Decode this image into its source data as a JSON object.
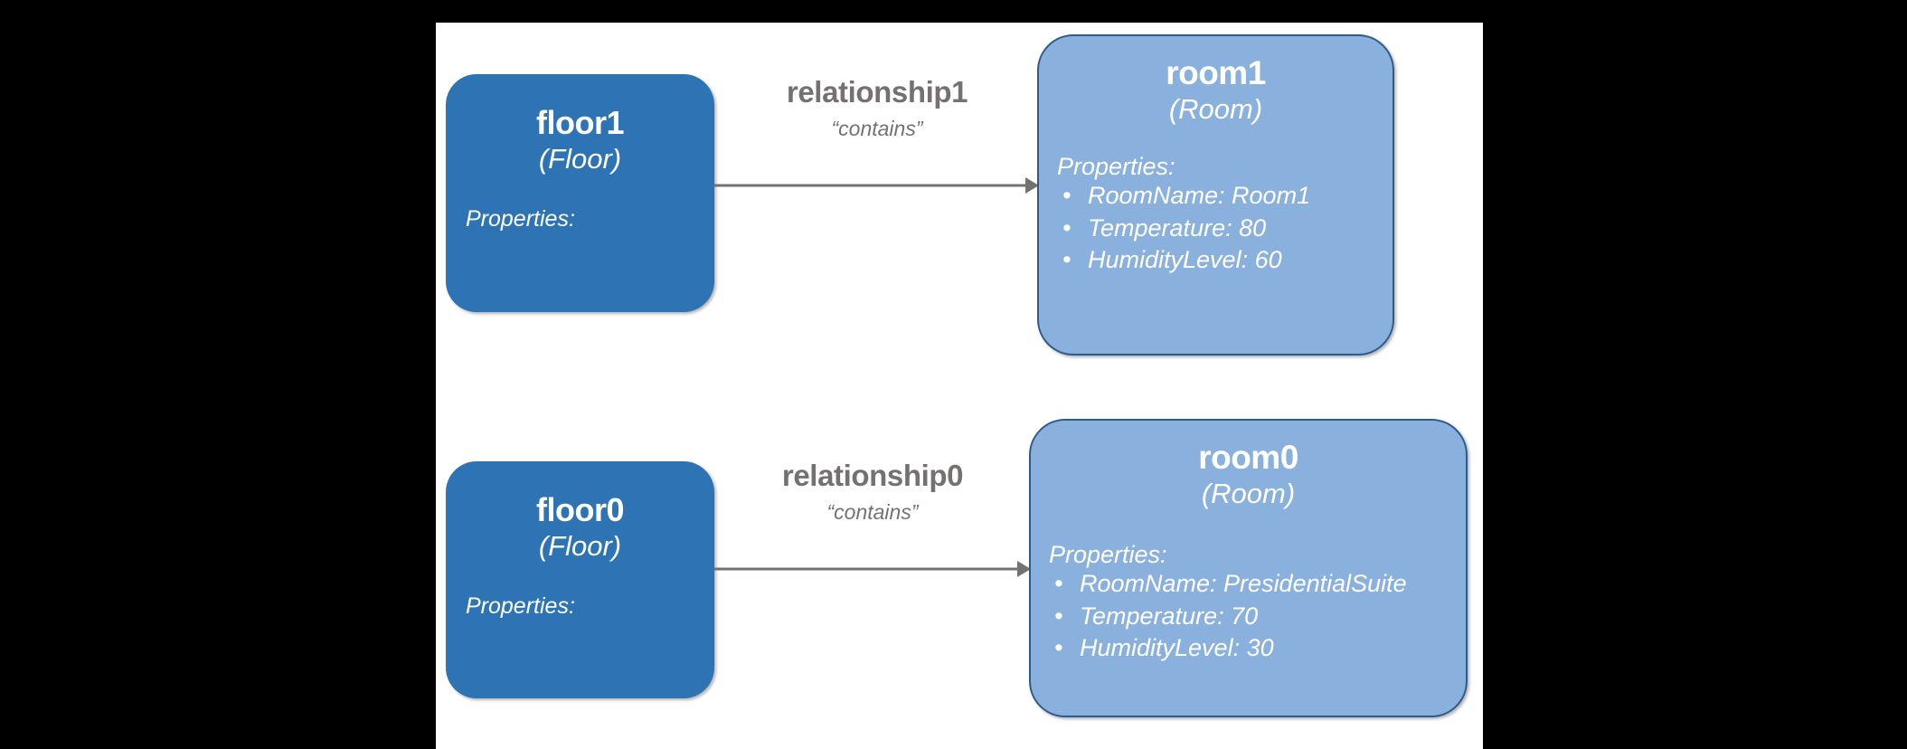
{
  "canvas": {
    "background_color": "#FFFFFF",
    "page_background_color": "#000000"
  },
  "colors": {
    "floor_node_fill": "#2E74B5",
    "room_node_fill": "#8AB0DE",
    "room_node_border": "#2E5B8C",
    "edge_color": "#767171",
    "node_text_color": "#FFFFFF"
  },
  "nodes": [
    {
      "id": "floor1",
      "name": "floor1",
      "type": "(Floor)",
      "properties_label": "Properties:",
      "properties": []
    },
    {
      "id": "room1",
      "name": "room1",
      "type": "(Room)",
      "properties_label": "Properties:",
      "properties": [
        "RoomName: Room1",
        "Temperature: 80",
        "HumidityLevel: 60"
      ]
    },
    {
      "id": "floor0",
      "name": "floor0",
      "type": "(Floor)",
      "properties_label": "Properties:",
      "properties": []
    },
    {
      "id": "room0",
      "name": "room0",
      "type": "(Room)",
      "properties_label": "Properties:",
      "properties": [
        "RoomName: PresidentialSuite",
        "Temperature: 70",
        "HumidityLevel: 30"
      ]
    }
  ],
  "edges": [
    {
      "id": "relationship1",
      "name": "relationship1",
      "kind": "“contains”",
      "source": "floor1",
      "target": "room1"
    },
    {
      "id": "relationship0",
      "name": "relationship0",
      "kind": "“contains”",
      "source": "floor0",
      "target": "room0"
    }
  ],
  "icons": {
    "bullet": "•",
    "arrowhead": "arrow-right-icon"
  }
}
